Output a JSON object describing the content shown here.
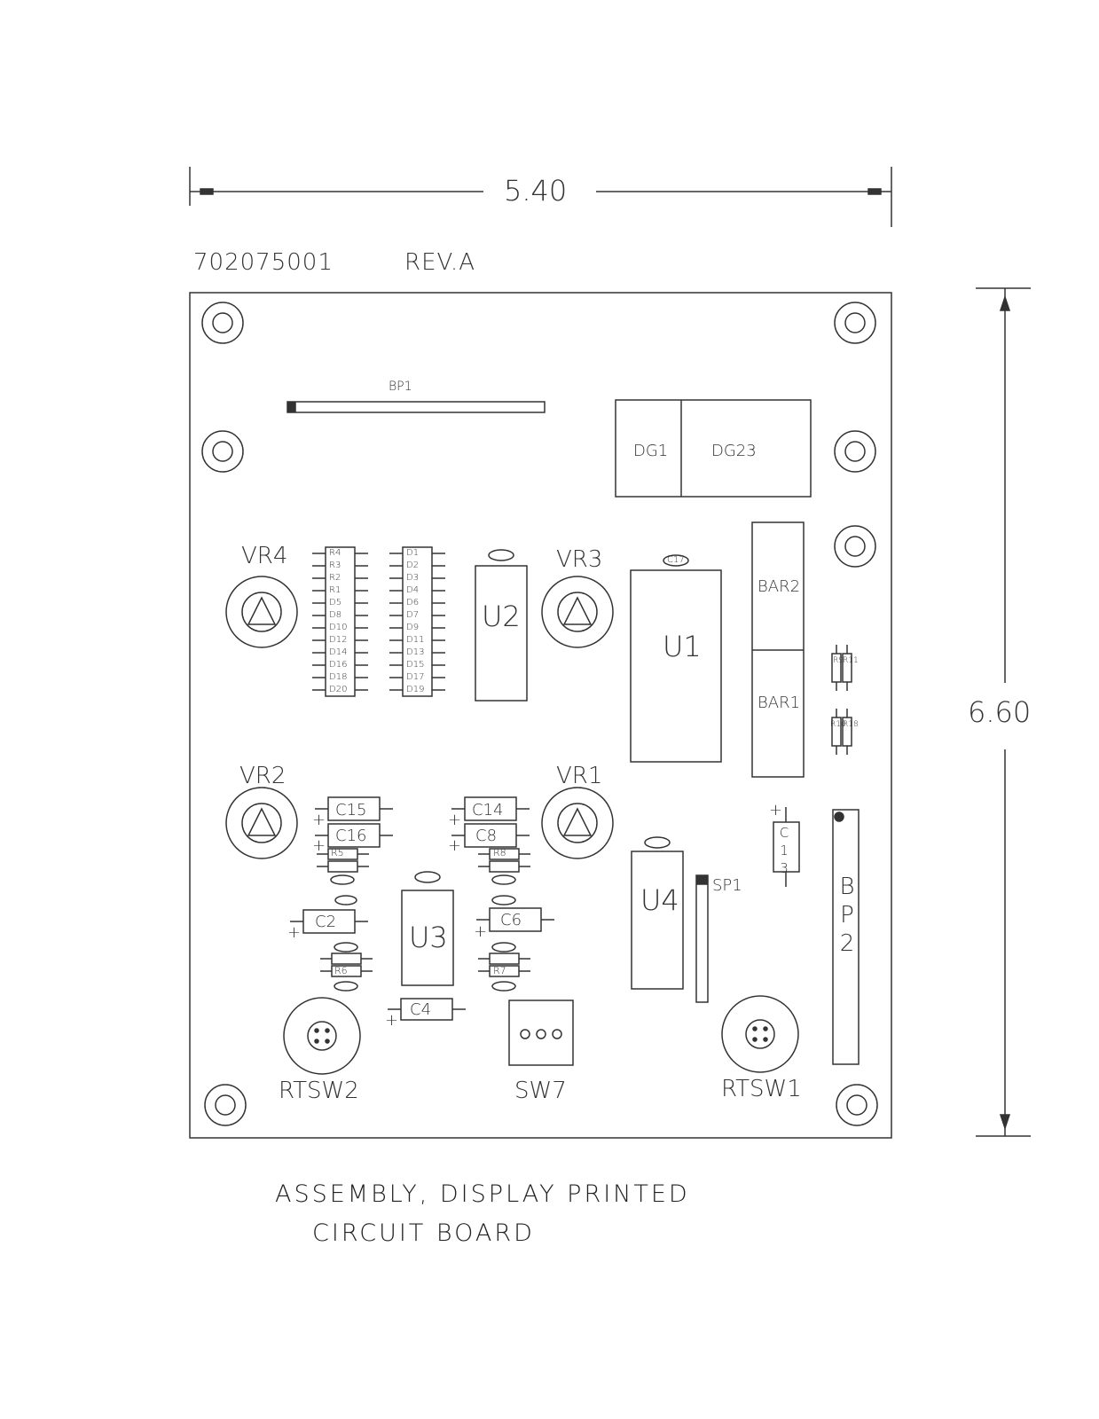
{
  "dimensions": {
    "width": "5.40",
    "height": "6.60"
  },
  "header": {
    "part_number": "702075001",
    "revision": "REV.A"
  },
  "components": {
    "bp1": "BP1",
    "bp2": "BP2",
    "dg1": "DG1",
    "dg23": "DG23",
    "vr1": "VR1",
    "vr2": "VR2",
    "vr3": "VR3",
    "vr4": "VR4",
    "u1": "U1",
    "u2": "U2",
    "u3": "U3",
    "u4": "U4",
    "bar1": "BAR1",
    "bar2": "BAR2",
    "c2": "C2",
    "c4": "C4",
    "c6": "C6",
    "c8": "C8",
    "c13": "C13",
    "c14": "C14",
    "c15": "C15",
    "c16": "C16",
    "c17": "C17",
    "r5": "R5",
    "r6": "R6",
    "r7": "R7",
    "r8": "R8",
    "r9": "R9",
    "r10": "R10",
    "r11": "R11",
    "r18": "R18",
    "sp1": "SP1",
    "sw7": "SW7",
    "rtsw1": "RTSW1",
    "rtsw2": "RTSW2"
  },
  "left_resistor_stack": [
    "R4",
    "R3",
    "R2",
    "R1",
    "D5",
    "D8",
    "D10",
    "D12",
    "D14",
    "D16",
    "D18",
    "D20"
  ],
  "right_diode_stack": [
    "D1",
    "D2",
    "D3",
    "D4",
    "D6",
    "D7",
    "D9",
    "D11",
    "D13",
    "D15",
    "D17",
    "D19"
  ],
  "caption": {
    "line1": "ASSEMBLY, DISPLAY PRINTED",
    "line2": "CIRCUIT BOARD"
  }
}
